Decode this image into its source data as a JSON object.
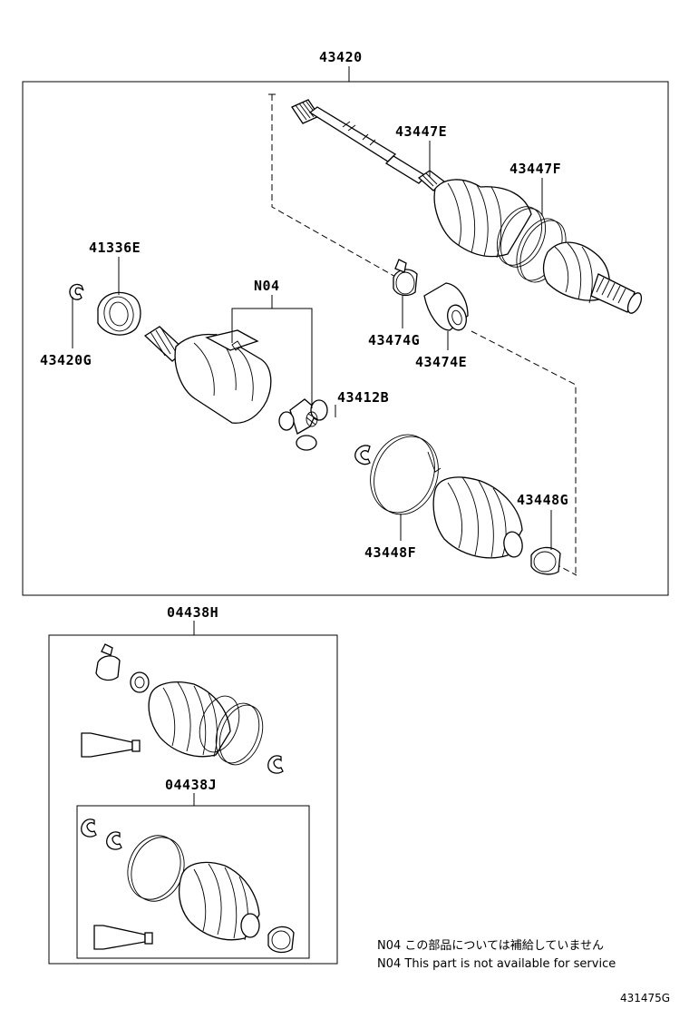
{
  "diagram": {
    "labels": {
      "main_assembly": "43420",
      "inner_boot_e": "43447E",
      "outer_boot_f": "43447F",
      "bearing_seal": "41336E",
      "note_part": "N04",
      "snap_ring": "43420G",
      "clamp_g": "43474G",
      "boot_e": "43474E",
      "tripod": "43412B",
      "outer_clamp_g": "43448G",
      "outer_clamp_f": "43448F",
      "boot_kit_h": "04438H",
      "boot_kit_j": "04438J"
    },
    "notes": {
      "line1": "N04  この部品については補給していません",
      "line2": "N04  This part is not available for service"
    },
    "drawing_code": "431475G"
  }
}
